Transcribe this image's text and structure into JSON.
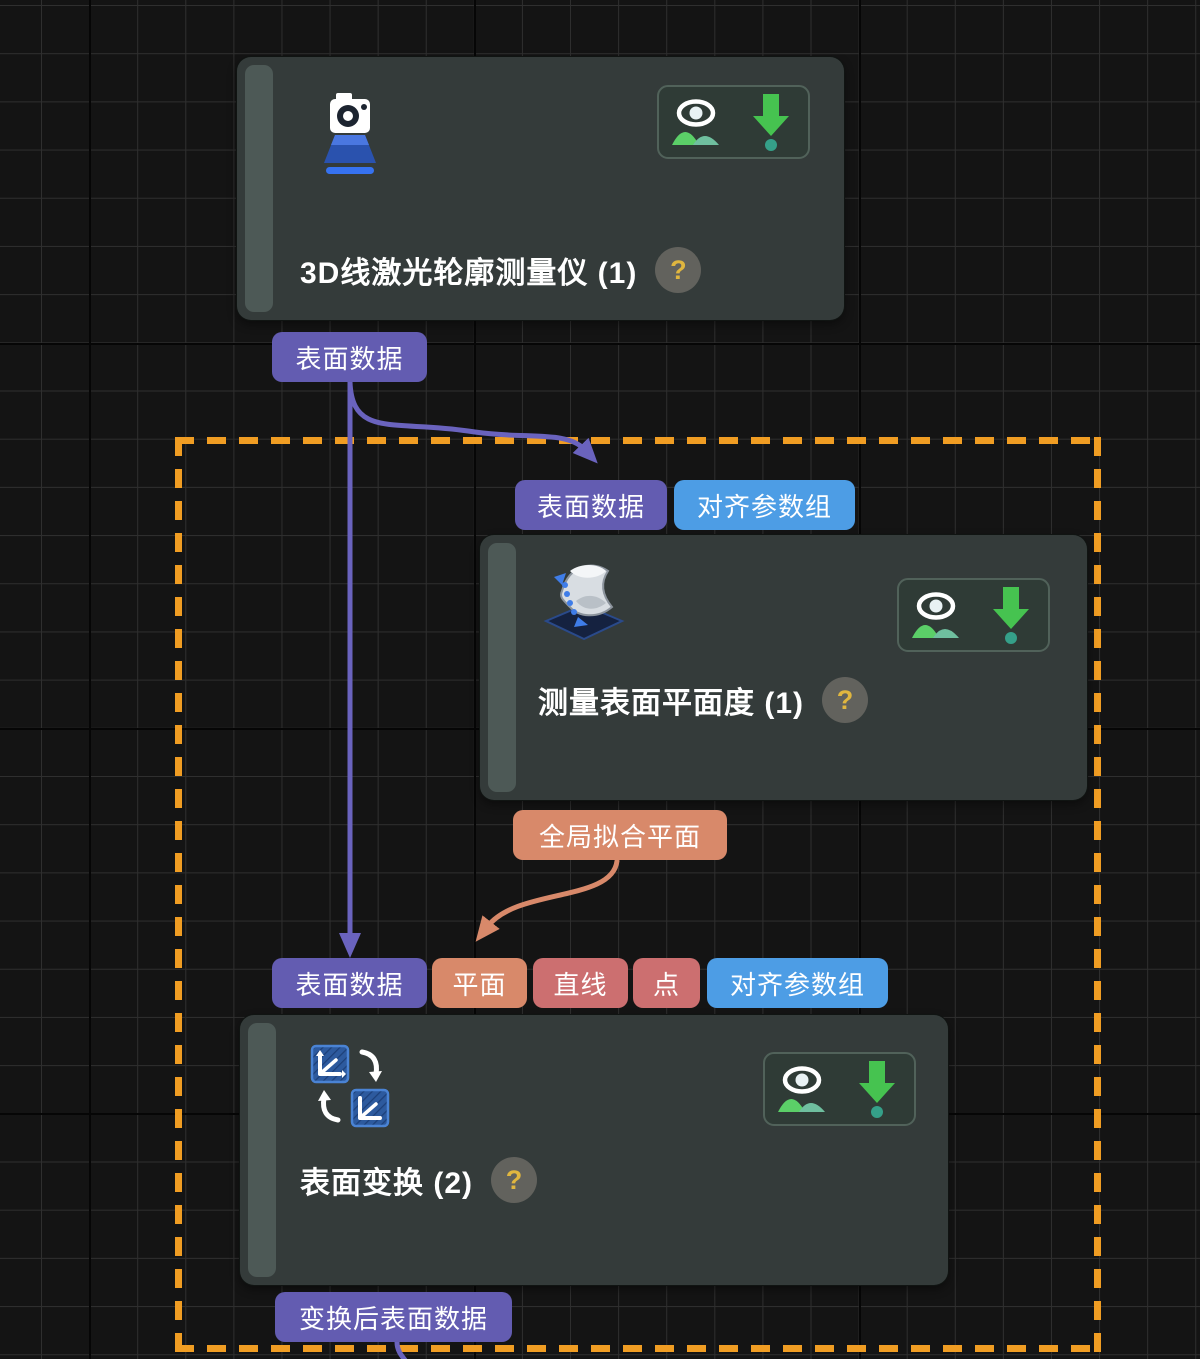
{
  "colors": {
    "canvas_bg": "#141414",
    "grid_minor": "#2F2F2F",
    "grid_major": "#060606",
    "group_border": "#F09D23",
    "node_bg": "#343B3A",
    "node_accent": "#4D5956",
    "port_surface": "#635CB1",
    "port_align_params": "#4D9DE5",
    "port_plane": "#D8896A",
    "port_geometry": "#CC6F70",
    "connector_surface": "#6A63BE",
    "connector_plane": "#D8896A",
    "preview_green": "#5BCF68",
    "preview_teal": "#6FBF9F",
    "download_green": "#46C350",
    "download_dot": "#35A089",
    "help_text": "#E0B63F"
  },
  "nodes": [
    {
      "title": "3D线激光轮廓测量仪 (1)",
      "help_label": "?",
      "icon": "3d-laser-profiler",
      "outputs": [
        {
          "label": "表面数据"
        }
      ]
    },
    {
      "title": "测量表面平面度 (1)",
      "help_label": "?",
      "icon": "surface-flatness",
      "inputs": [
        {
          "label": "表面数据"
        },
        {
          "label": "对齐参数组"
        }
      ],
      "outputs": [
        {
          "label": "全局拟合平面"
        }
      ]
    },
    {
      "title": "表面变换 (2)",
      "help_label": "?",
      "icon": "surface-transform",
      "inputs": [
        {
          "label": "表面数据"
        },
        {
          "label": "平面"
        },
        {
          "label": "直线"
        },
        {
          "label": "点"
        },
        {
          "label": "对齐参数组"
        }
      ],
      "outputs": [
        {
          "label": "变换后表面数据"
        }
      ]
    }
  ]
}
